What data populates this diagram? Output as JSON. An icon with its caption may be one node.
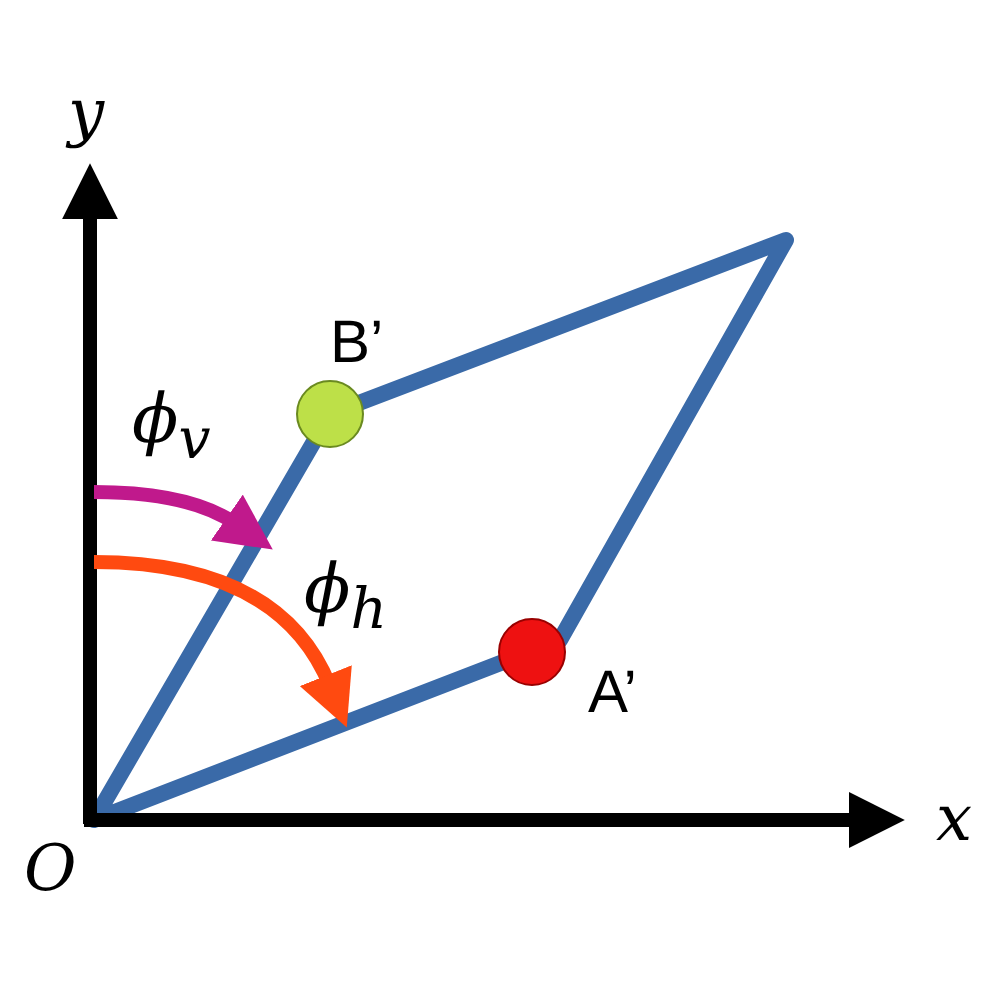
{
  "diagram": {
    "nodes": [
      {
        "text": [],
        "shape": "circle",
        "beside": [
          "B’"
        ]
      },
      {
        "text": [],
        "shape": "circle",
        "beside": [
          "A’"
        ]
      }
    ],
    "labels": [
      "y",
      "ϕ$_{v}$",
      "ϕ$_{h}$",
      "O",
      "x"
    ]
  }
}
